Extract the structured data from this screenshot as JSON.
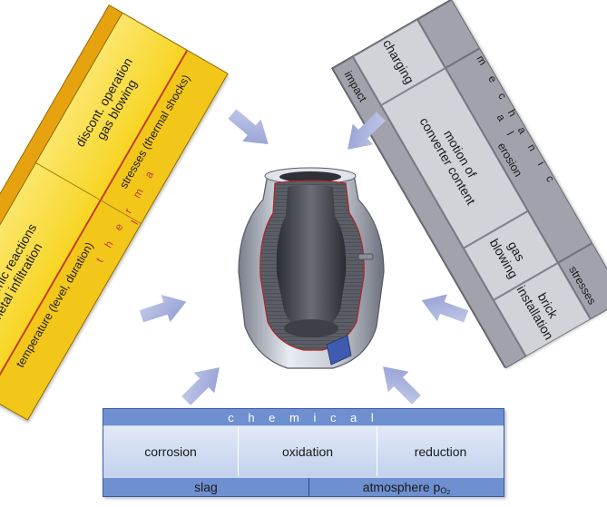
{
  "thermal": {
    "title": "t h e r m a l",
    "cell_top": "discont. operation\ngas blowing",
    "cell_bottom": "exothermic reactions\nmetal infiltration",
    "strip_top": "stresses (thermal shocks)",
    "strip_bottom": "temperature (level, duration)"
  },
  "mechanical": {
    "title": "m e c h a n i c a l",
    "cell_charging": "charging",
    "cell_motion": "motion of\nconverter content",
    "cell_gas": "gas\nblowing",
    "cell_brick": "brick\ninstallation",
    "strip_impact": "impact",
    "strip_erosion": "erosion",
    "strip_stresses": "stresses"
  },
  "chemical": {
    "title": "c h e m i c a l",
    "cells": [
      "corrosion",
      "oxidation",
      "reduction"
    ],
    "foot_left": "slag",
    "foot_right": "atmosphere p",
    "foot_right_sub": "O",
    "foot_right_sub2": "2"
  },
  "colors": {
    "thermal_fill": "#f6d21a",
    "thermal_accent": "#c0392b",
    "mechanical_fill": "#b8b8c2",
    "chemical_fill": "#6e8fd0",
    "arrow": "#a9b3db"
  }
}
